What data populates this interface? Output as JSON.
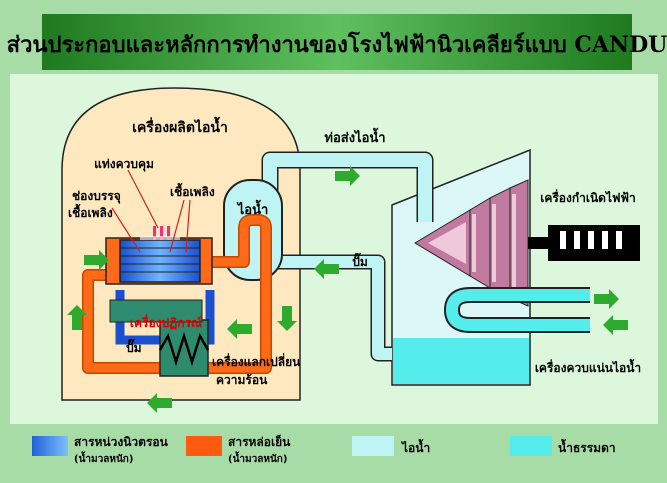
{
  "title": "ส่วนประกอบและหลักการทำงานของโรงไฟฟ้านิวเคลียร์แบบ CANDU",
  "labels": {
    "steam_generator": "เครื่องผลิตไอน้ำ",
    "steam_pipe": "ท่อส่งไอน้ำ",
    "control_rod": "แท่งควบคุม",
    "fuel_channel_1": "ช่องบรรจุ",
    "fuel_channel_2": "เชื้อเพลิง",
    "fuel": "เชื้อเพลิง",
    "steam": "ไอน้ำ",
    "pump_top": "ปั๊ม",
    "reactor": "เครื่องปฏิกรณ์",
    "pump_bottom": "ปั๊ม",
    "heat_exchanger_1": "เครื่องแลกเปลี่ยน",
    "heat_exchanger_2": "ความร้อน",
    "generator": "เครื่องกำเนิดไฟฟ้า",
    "condenser": "เครื่องควบแน่นไอน้ำ"
  },
  "legend": [
    {
      "label": "สารหน่วงนิวตรอน",
      "sub": "(น้ำมวลหนัก)",
      "color": "#2a6fe0"
    },
    {
      "label": "สารหล่อเย็น",
      "sub": "(น้ำมวลหนัก)",
      "color": "#ff5a10"
    },
    {
      "label": "ไอน้ำ",
      "sub": "",
      "color": "#bff4f4"
    },
    {
      "label": "น้ำธรรมดา",
      "sub": "",
      "color": "#55ecec"
    }
  ],
  "colors": {
    "background": "#a8dca6",
    "title_bar": "#2e8b2e",
    "containment": "#fde8c0",
    "diagram_bg": "#dcf7dc",
    "arrow": "#2eaa2e",
    "turbine": "#c07aa0"
  }
}
